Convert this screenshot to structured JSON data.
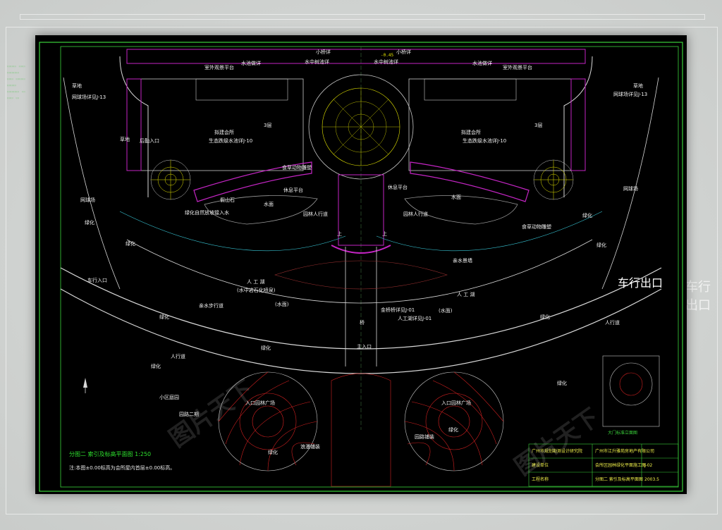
{
  "labels": {
    "car_exit": "车行出口",
    "car_exit_bg": "车行出口",
    "section_title": "分图二  索引及标高平面图  1:250",
    "note": "注:本图±0.00标高为会所屋内首层±0.00标高。",
    "small_bridge": "小桥详",
    "small_bridge_r": "小桥详",
    "outdoor_platform_l": "室外观景平台",
    "outdoor_platform_r": "室外观景平台",
    "water_pool_l": "水池做详",
    "water_pool_r": "水池做详",
    "water_tree_l": "水中树池详",
    "water_tree_r": "水中树池详",
    "tennis_l": "网球场详见J-13",
    "tennis_r": "网球场详见J-13",
    "tennis_court_l": "网球场",
    "tennis_court_r": "网球场",
    "lawn_l": "草地",
    "lawn_r": "草地",
    "floors_l": "3层",
    "floors_r": "3层",
    "clubhouse_l": "拟建会所",
    "clubhouse_r": "拟建会所",
    "eco_pool_l": "生态跌级水池详J-10",
    "eco_pool_r": "生态跌级水池详J-10",
    "food_plaza_l": "食草动物雕塑",
    "food_plaza_r": "食草动物雕塑",
    "rest_platform_l": "休息平台",
    "rest_platform_r": "休息平台",
    "rockery": "假山石",
    "water_l": "水面",
    "water_r": "水面",
    "green_water": "绿化自然放坡接入水",
    "footbridge_l": "园林人行道",
    "footbridge_r": "园林人行道",
    "back_entrance": "后勤入口",
    "greenery": "绿化",
    "artificial_lake_l": "人 工 湖",
    "artificial_lake_sub": "(水中岩石化喷泉)",
    "artificial_lake_r": "人 工 湖",
    "waterside_walk": "亲水步行道",
    "water_scene": "亲水景墙",
    "water_paren": "(水面)",
    "bridge_detail": "金桥桥详见J-01",
    "lake_detail": "人工湖详见J-01",
    "bridge": "桥",
    "main_entrance": "主入口",
    "car_entrance": "车行入口",
    "pedestrian_l": "人行道",
    "pedestrian_r": "人行道",
    "community_garden": "小区庭园",
    "garden_two": "园路二期",
    "entrance_plaza_l": "入口园林广场",
    "entrance_plaza_r": "入口园林广场",
    "pavement_l": "浪漫铺装",
    "pavement_r": "园路铺装",
    "up": "上",
    "elev_1": "-0.45",
    "lawn_small": "草地",
    "detail_label": "大门标准立面图",
    "tb_company_l": "广州市规划勘测设计研究院",
    "tb_company_r": "广州市江升雅苑房地产有限公司",
    "tb_project": "会所区园林绿化平面施工图",
    "tb_sheet": "分图二  索引及标高平面图",
    "tb_num": "J-02",
    "tb_date": "2003.5",
    "tb_code": "建设单位",
    "tb_work": "工程名称"
  },
  "colors": {
    "background": "#000000",
    "frame": "#3ad13a",
    "road": "#d8d8d8",
    "building": "#c8c8c8",
    "magenta": "#c425c4",
    "yellow": "#e6e600",
    "red": "#d02020",
    "cyan": "#38c8d8"
  }
}
